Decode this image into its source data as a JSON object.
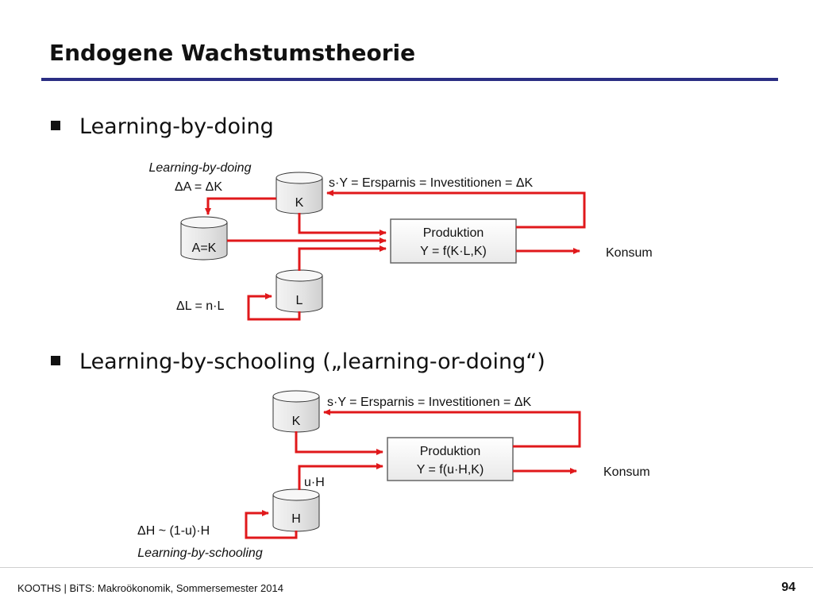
{
  "slide": {
    "title": "Endogene Wachstumstheorie",
    "footer": "KOOTHS | BiTS: Makroökonomik, Sommersemester 2014",
    "page_number": "94"
  },
  "bullets": [
    "Learning-by-doing",
    "Learning-by-schooling („learning-or-doing“)"
  ],
  "diagram1": {
    "lbd_label": "Learning-by-doing",
    "lbd_formula": "ΔA = ΔK",
    "k": "K",
    "a": "A=K",
    "l": "L",
    "dl_formula": "ΔL = n·L",
    "savings_formula": "s·Y = Ersparnis = Investitionen = ΔK",
    "prod_title": "Produktion",
    "prod_formula": "Y = f(K·L,K)",
    "konsum": "Konsum"
  },
  "diagram2": {
    "k": "K",
    "h": "H",
    "uh": "u·H",
    "savings_formula": "s·Y = Ersparnis = Investitionen = ΔK",
    "prod_title": "Produktion",
    "prod_formula": "Y = f(u·H,K)",
    "konsum": "Konsum",
    "dh_formula": "ΔH ~ (1-u)·H",
    "lbs_label": "Learning-by-schooling"
  },
  "colors": {
    "accent_rule": "#2b2e83",
    "arrow": "#e0181b"
  }
}
